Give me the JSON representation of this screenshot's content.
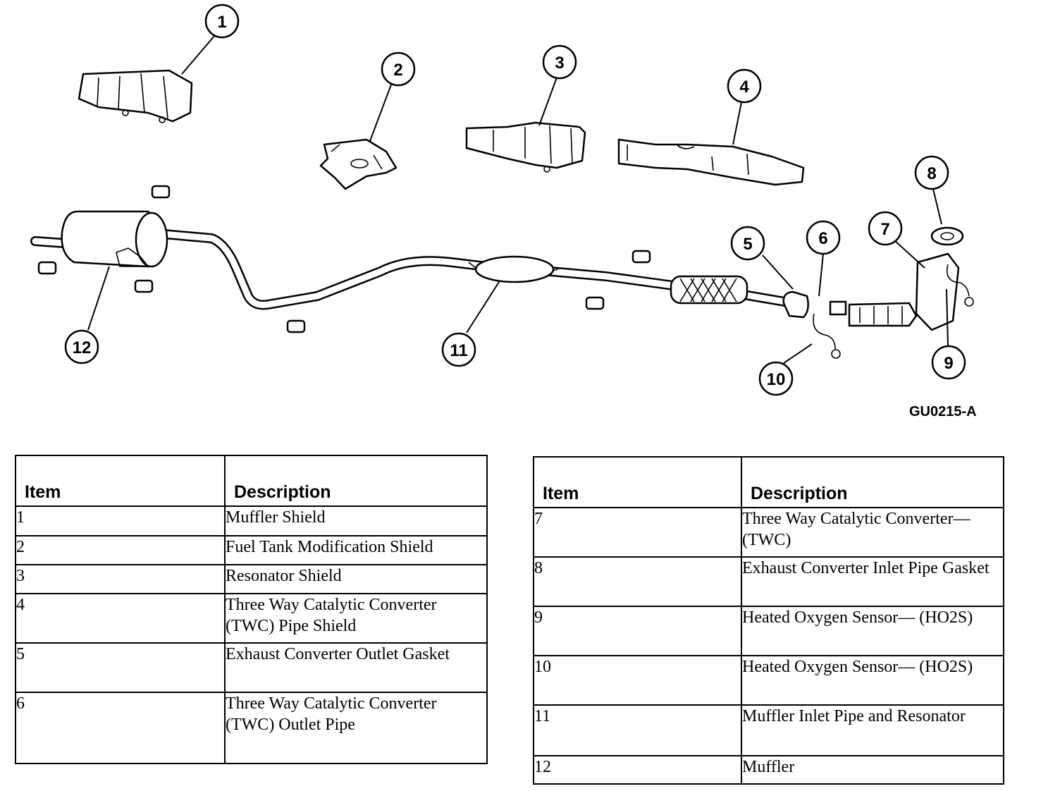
{
  "figure": {
    "id_label": "GU0215-A",
    "callouts": [
      "1",
      "2",
      "3",
      "4",
      "5",
      "6",
      "7",
      "8",
      "9",
      "10",
      "11",
      "12"
    ]
  },
  "tables": {
    "left": {
      "headers": {
        "item": "Item",
        "description": "Description"
      },
      "rows": [
        {
          "item": "1",
          "description": "Muffler Shield"
        },
        {
          "item": "2",
          "description": "Fuel Tank Modification Shield"
        },
        {
          "item": "3",
          "description": "Resonator Shield"
        },
        {
          "item": "4",
          "description": "Three Way Catalytic Converter (TWC) Pipe Shield"
        },
        {
          "item": "5",
          "description": "Exhaust Converter Outlet Gasket"
        },
        {
          "item": "6",
          "description": "Three Way Catalytic Converter (TWC) Outlet Pipe"
        }
      ]
    },
    "right": {
      "headers": {
        "item": "Item",
        "description": "Description"
      },
      "rows": [
        {
          "item": "7",
          "description": "Three Way Catalytic Converter— (TWC)"
        },
        {
          "item": "8",
          "description": "Exhaust Converter Inlet Pipe Gasket"
        },
        {
          "item": "9",
          "description": "Heated Oxygen Sensor— (HO2S)"
        },
        {
          "item": "10",
          "description": "Heated Oxygen Sensor— (HO2S)"
        },
        {
          "item": "11",
          "description": "Muffler Inlet Pipe and Resonator"
        },
        {
          "item": "12",
          "description": "Muffler"
        }
      ]
    }
  }
}
